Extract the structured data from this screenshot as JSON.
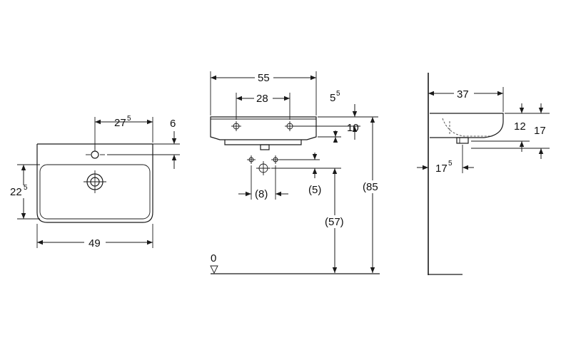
{
  "dimensions": {
    "top_view": {
      "tap_offset": "27",
      "tap_offset_sup": "5",
      "deck_depth": "6",
      "drain_offset": "22",
      "drain_offset_sup": "5",
      "width": "49"
    },
    "front_view": {
      "width": "55",
      "tap_spacing": "28",
      "rim_top": "5",
      "rim_top_sup": "5",
      "rim_thickness": "10",
      "waste_spacing": "(8)",
      "waste_drop": "(5)",
      "waste_height": "(57)",
      "rim_height": "(85",
      "floor_level": "0"
    },
    "side_view": {
      "depth": "37",
      "front_height": "12",
      "overall_height": "17",
      "waste_offset": "17",
      "waste_offset_sup": "5"
    }
  }
}
